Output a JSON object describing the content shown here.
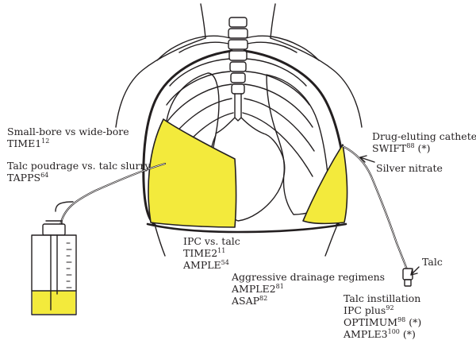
{
  "colors": {
    "effusion": "#f3ea3c",
    "ink": "#231f20",
    "bone_fill": "#ffffff"
  },
  "labels": {
    "small_bore": {
      "text": "Small-bore vs wide-bore"
    },
    "time1": {
      "text": "TIME1",
      "ref": "12"
    },
    "talc_poudrage": {
      "text": "Talc poudrage vs. talc slurry"
    },
    "tapps": {
      "text": "TAPPS",
      "ref": "64"
    },
    "ipc_vs_talc": {
      "text": "IPC vs. talc"
    },
    "time2": {
      "text": "TIME2",
      "ref": "11"
    },
    "ample": {
      "text": "AMPLE",
      "ref": "54"
    },
    "aggressive": {
      "text": "Aggressive drainage regimens"
    },
    "ample2": {
      "text": "AMPLE2",
      "ref": "81"
    },
    "asap": {
      "text": "ASAP",
      "ref": "82"
    },
    "drug_eluting": {
      "text": "Drug-eluting catheter"
    },
    "swift": {
      "text": "SWIFT",
      "ref": "88",
      "suffix": " (*)"
    },
    "silver_nitrate": {
      "text": "Silver nitrate"
    },
    "talc": {
      "text": "Talc"
    },
    "talc_instillation": {
      "text": "Talc instillation"
    },
    "ipc_plus": {
      "text": "IPC plus",
      "ref": "92"
    },
    "optimum": {
      "text": "OPTIMUM",
      "ref": "98",
      "suffix": " (*)"
    },
    "ample3": {
      "text": "AMPLE3",
      "ref": "100",
      "suffix": " (*)"
    }
  }
}
